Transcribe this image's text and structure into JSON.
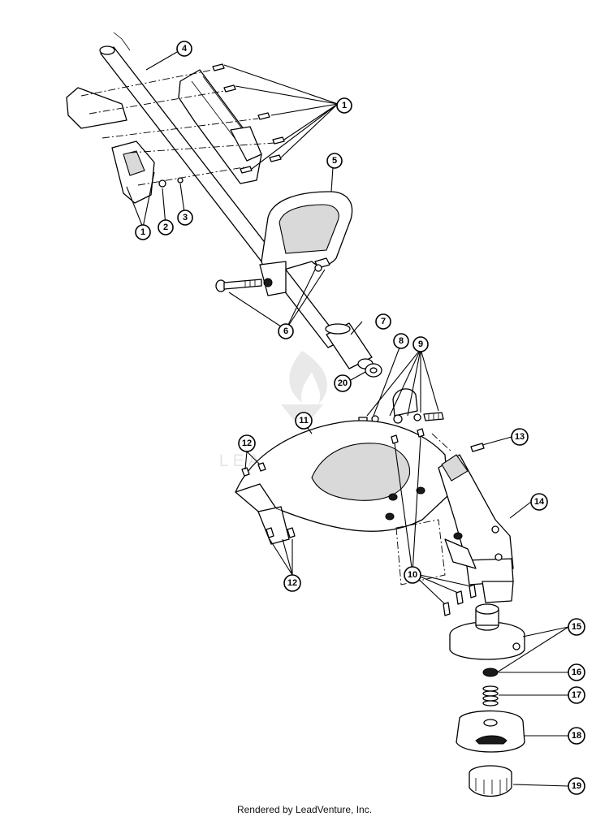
{
  "footer": {
    "credit": "Rendered by LeadVenture, Inc."
  },
  "watermark": {
    "text": "LEADVENTURE"
  },
  "callouts": [
    {
      "id": "c1a",
      "label": "1"
    },
    {
      "id": "c1b",
      "label": "1"
    },
    {
      "id": "c2",
      "label": "2"
    },
    {
      "id": "c3",
      "label": "3"
    },
    {
      "id": "c4",
      "label": "4"
    },
    {
      "id": "c5",
      "label": "5"
    },
    {
      "id": "c6",
      "label": "6"
    },
    {
      "id": "c7",
      "label": "7"
    },
    {
      "id": "c8",
      "label": "8"
    },
    {
      "id": "c9",
      "label": "9"
    },
    {
      "id": "c10",
      "label": "10"
    },
    {
      "id": "c11",
      "label": "11"
    },
    {
      "id": "c12a",
      "label": "12"
    },
    {
      "id": "c12b",
      "label": "12"
    },
    {
      "id": "c13",
      "label": "13"
    },
    {
      "id": "c14",
      "label": "14"
    },
    {
      "id": "c15",
      "label": "15"
    },
    {
      "id": "c16",
      "label": "16"
    },
    {
      "id": "c17",
      "label": "17"
    },
    {
      "id": "c18",
      "label": "18"
    },
    {
      "id": "c19",
      "label": "19"
    },
    {
      "id": "c20",
      "label": "20"
    }
  ],
  "colors": {
    "ink": "#000000",
    "watermark": "#e6e6e6",
    "background": "#ffffff"
  }
}
